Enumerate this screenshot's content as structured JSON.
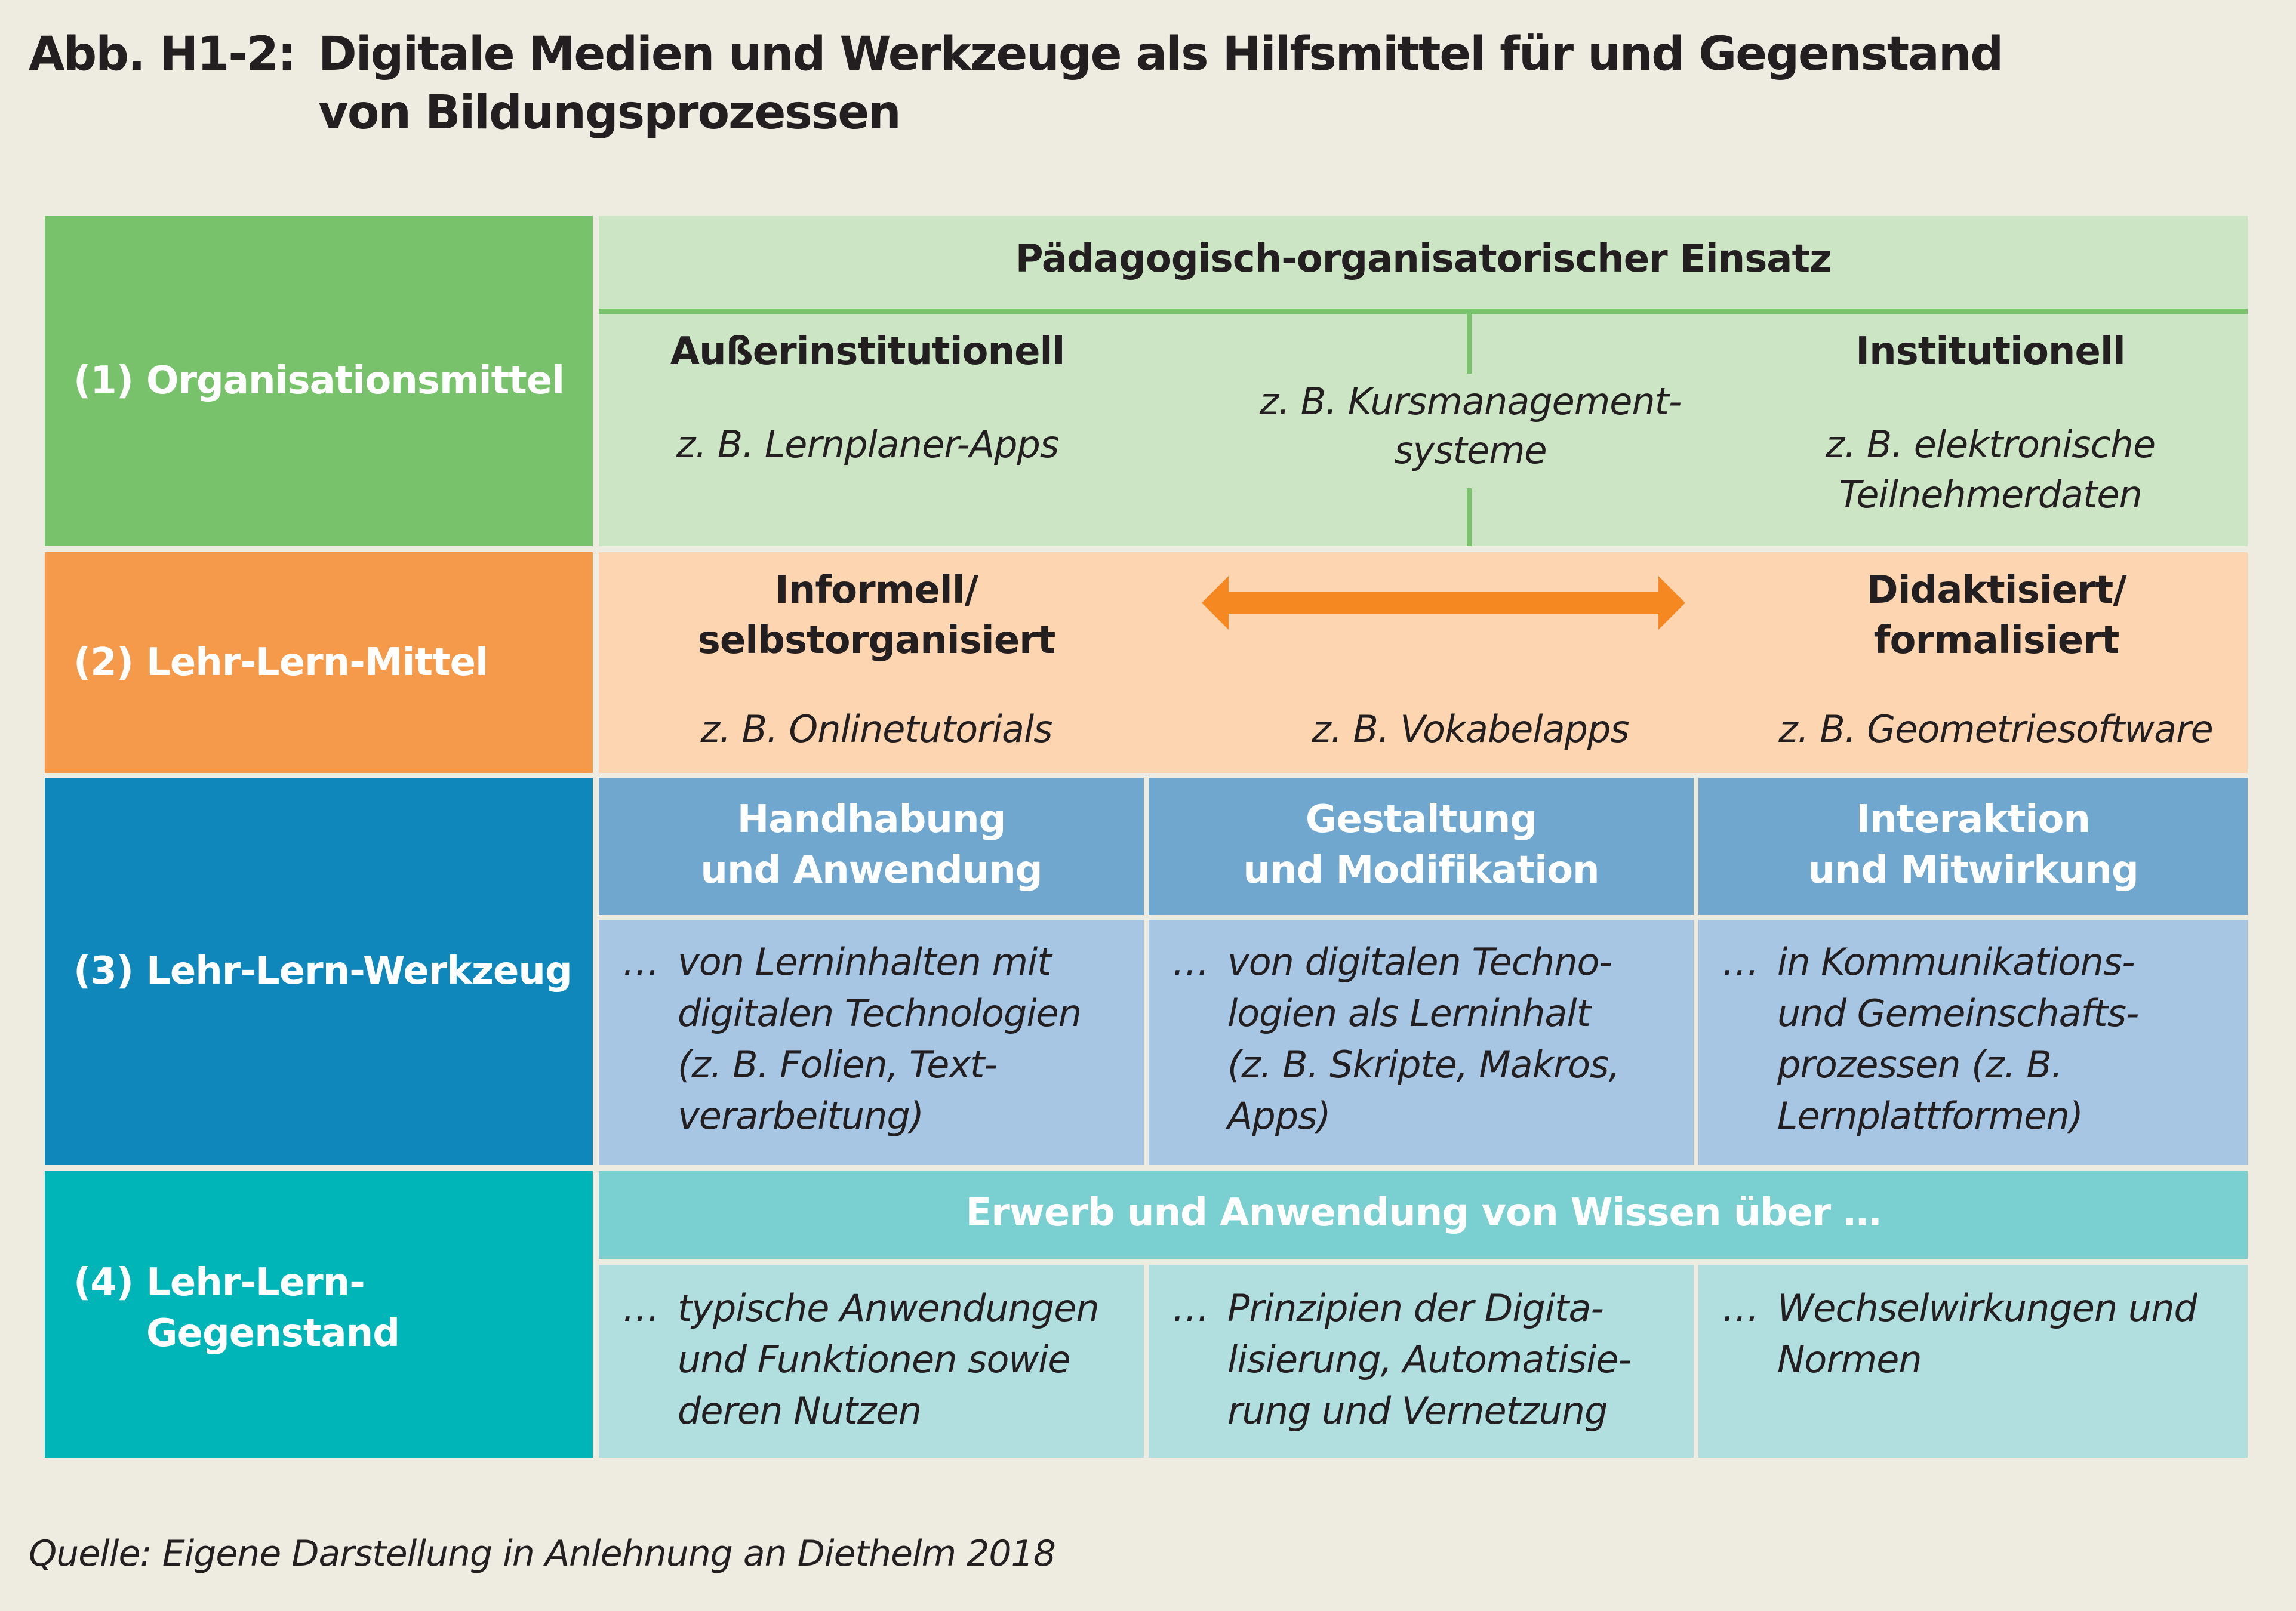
{
  "title": {
    "prefix": "Abb. H1-2:",
    "line1": "Digitale Medien und Werkzeuge als Hilfsmittel für und Gegenstand",
    "line2": "von Bildungsprozessen"
  },
  "colors": {
    "background": "#EEEBE0",
    "row1_label": "#77C26A",
    "row1_content": "#CCE6C5",
    "row1_line": "#77C26A",
    "row2_label": "#F59A4A",
    "row2_content": "#FDD5B1",
    "row2_arrow": "#F58820",
    "row3_label": "#1087BA",
    "row3_header": "#6FA7CF",
    "row3_body": "#A6C6E3",
    "row4_label": "#00B5B8",
    "row4_header": "#7ACFD0",
    "row4_body": "#B1DFE0"
  },
  "rows": [
    {
      "label_num": "(1)",
      "label": "Organisationsmittel",
      "header": "Pädagogisch-organisatorischer Einsatz",
      "left": {
        "title": "Außerinstitutionell",
        "example": "z. B. Lernplaner-Apps"
      },
      "middle": {
        "example_line1": "z. B. Kursmanagement-",
        "example_line2": "systeme"
      },
      "right": {
        "title": "Institutionell",
        "example_line1": "z. B. elektronische",
        "example_line2": "Teilnehmerdaten"
      }
    },
    {
      "label_num": "(2)",
      "label": "Lehr-Lern-Mittel",
      "left": {
        "title_line1": "Informell/",
        "title_line2": "selbstorganisiert",
        "example": "z. B. Onlinetutorials"
      },
      "arrow_icon": "double-headed-arrow",
      "middle": {
        "example": "z. B. Vokabelapps"
      },
      "right": {
        "title_line1": "Didaktisiert/",
        "title_line2": "formalisiert",
        "example": "z. B. Geometriesoftware"
      }
    },
    {
      "label_num": "(3)",
      "label": "Lehr-Lern-Werkzeug",
      "columns": [
        {
          "head_line1": "Handhabung",
          "head_line2": "und Anwendung",
          "dots": "…",
          "body": [
            "von Lerninhalten mit",
            "digitalen Technologien",
            "(z. B. Folien, Text-",
            "verarbeitung)"
          ]
        },
        {
          "head_line1": "Gestaltung",
          "head_line2": "und Modifikation",
          "dots": "…",
          "body": [
            "von digitalen Techno-",
            "logien als Lerninhalt",
            "(z. B. Skripte, Makros,",
            "Apps)"
          ]
        },
        {
          "head_line1": "Interaktion",
          "head_line2": "und Mitwirkung",
          "dots": "…",
          "body": [
            "in Kommunikations-",
            "und Gemeinschafts-",
            "prozessen (z. B.",
            "Lernplattformen)"
          ]
        }
      ]
    },
    {
      "label_num": "(4)",
      "label_line1": "Lehr-Lern-",
      "label_line2": "Gegenstand",
      "header": "Erwerb und Anwendung von Wissen über …",
      "columns": [
        {
          "dots": "…",
          "body": [
            "typische Anwendungen",
            "und Funktionen sowie",
            "deren Nutzen"
          ]
        },
        {
          "dots": "…",
          "body": [
            "Prinzipien der Digita-",
            "lisierung, Automatisie-",
            "rung und Vernetzung"
          ]
        },
        {
          "dots": "…",
          "body": [
            "Wechselwirkungen und",
            "Normen"
          ]
        }
      ]
    }
  ],
  "source": "Quelle: Eigene Darstellung in Anlehnung an Diethelm 2018"
}
